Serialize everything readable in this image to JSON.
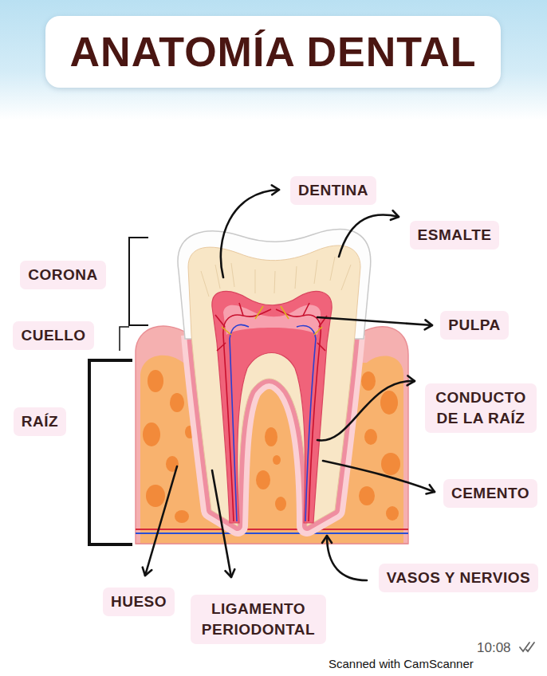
{
  "diagram": {
    "title": "ANATOMÍA DENTAL",
    "nodes": [
      {
        "text": [
          "DENTINA"
        ]
      },
      {
        "text": [
          "ESMALTE"
        ]
      },
      {
        "text": [
          "CORONA"
        ]
      },
      {
        "text": [
          "PULPA"
        ]
      },
      {
        "text": [
          "CUELLO"
        ]
      },
      {
        "text": [
          "CONDUCTO DE LA RAÍZ"
        ]
      },
      {
        "text": [
          "RAÍZ"
        ]
      },
      {
        "text": [
          "CEMENTO"
        ]
      },
      {
        "text": [
          "VASOS Y NERVIOS"
        ]
      },
      {
        "text": [
          "HUESO"
        ]
      },
      {
        "text": [
          "LIGAMENTO PERIODONTAL"
        ]
      }
    ],
    "labels": [
      "10:08",
      "Scanned with CamScanner"
    ]
  }
}
